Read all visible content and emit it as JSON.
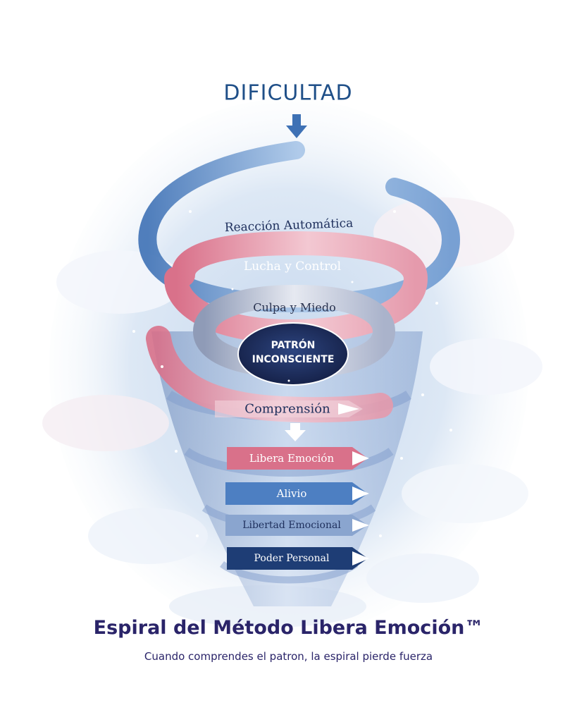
{
  "top_label": "DIFICULTAD",
  "spiral_levels": [
    "Reacción Automática",
    "Lucha y Control",
    "Culpa y Miedo"
  ],
  "core_label_line1": "PATRÓN",
  "core_label_line2": "INCONSCIENTE",
  "steps": [
    "Comprensión",
    "Libera Emoción",
    "Alivio",
    "Libertad Emocional",
    "Poder Personal"
  ],
  "footer": {
    "title": "Espiral del Método Libera Emoción™",
    "subtitle": "Cuando comprendes el patron, la espiral pierde fuerza"
  },
  "colors": {
    "navy": "#1e2f5c",
    "blue": "#3e71b5",
    "pink": "#d9718a",
    "pale_pink": "#f3c8d2",
    "light_blue": "#a9c6e8"
  }
}
